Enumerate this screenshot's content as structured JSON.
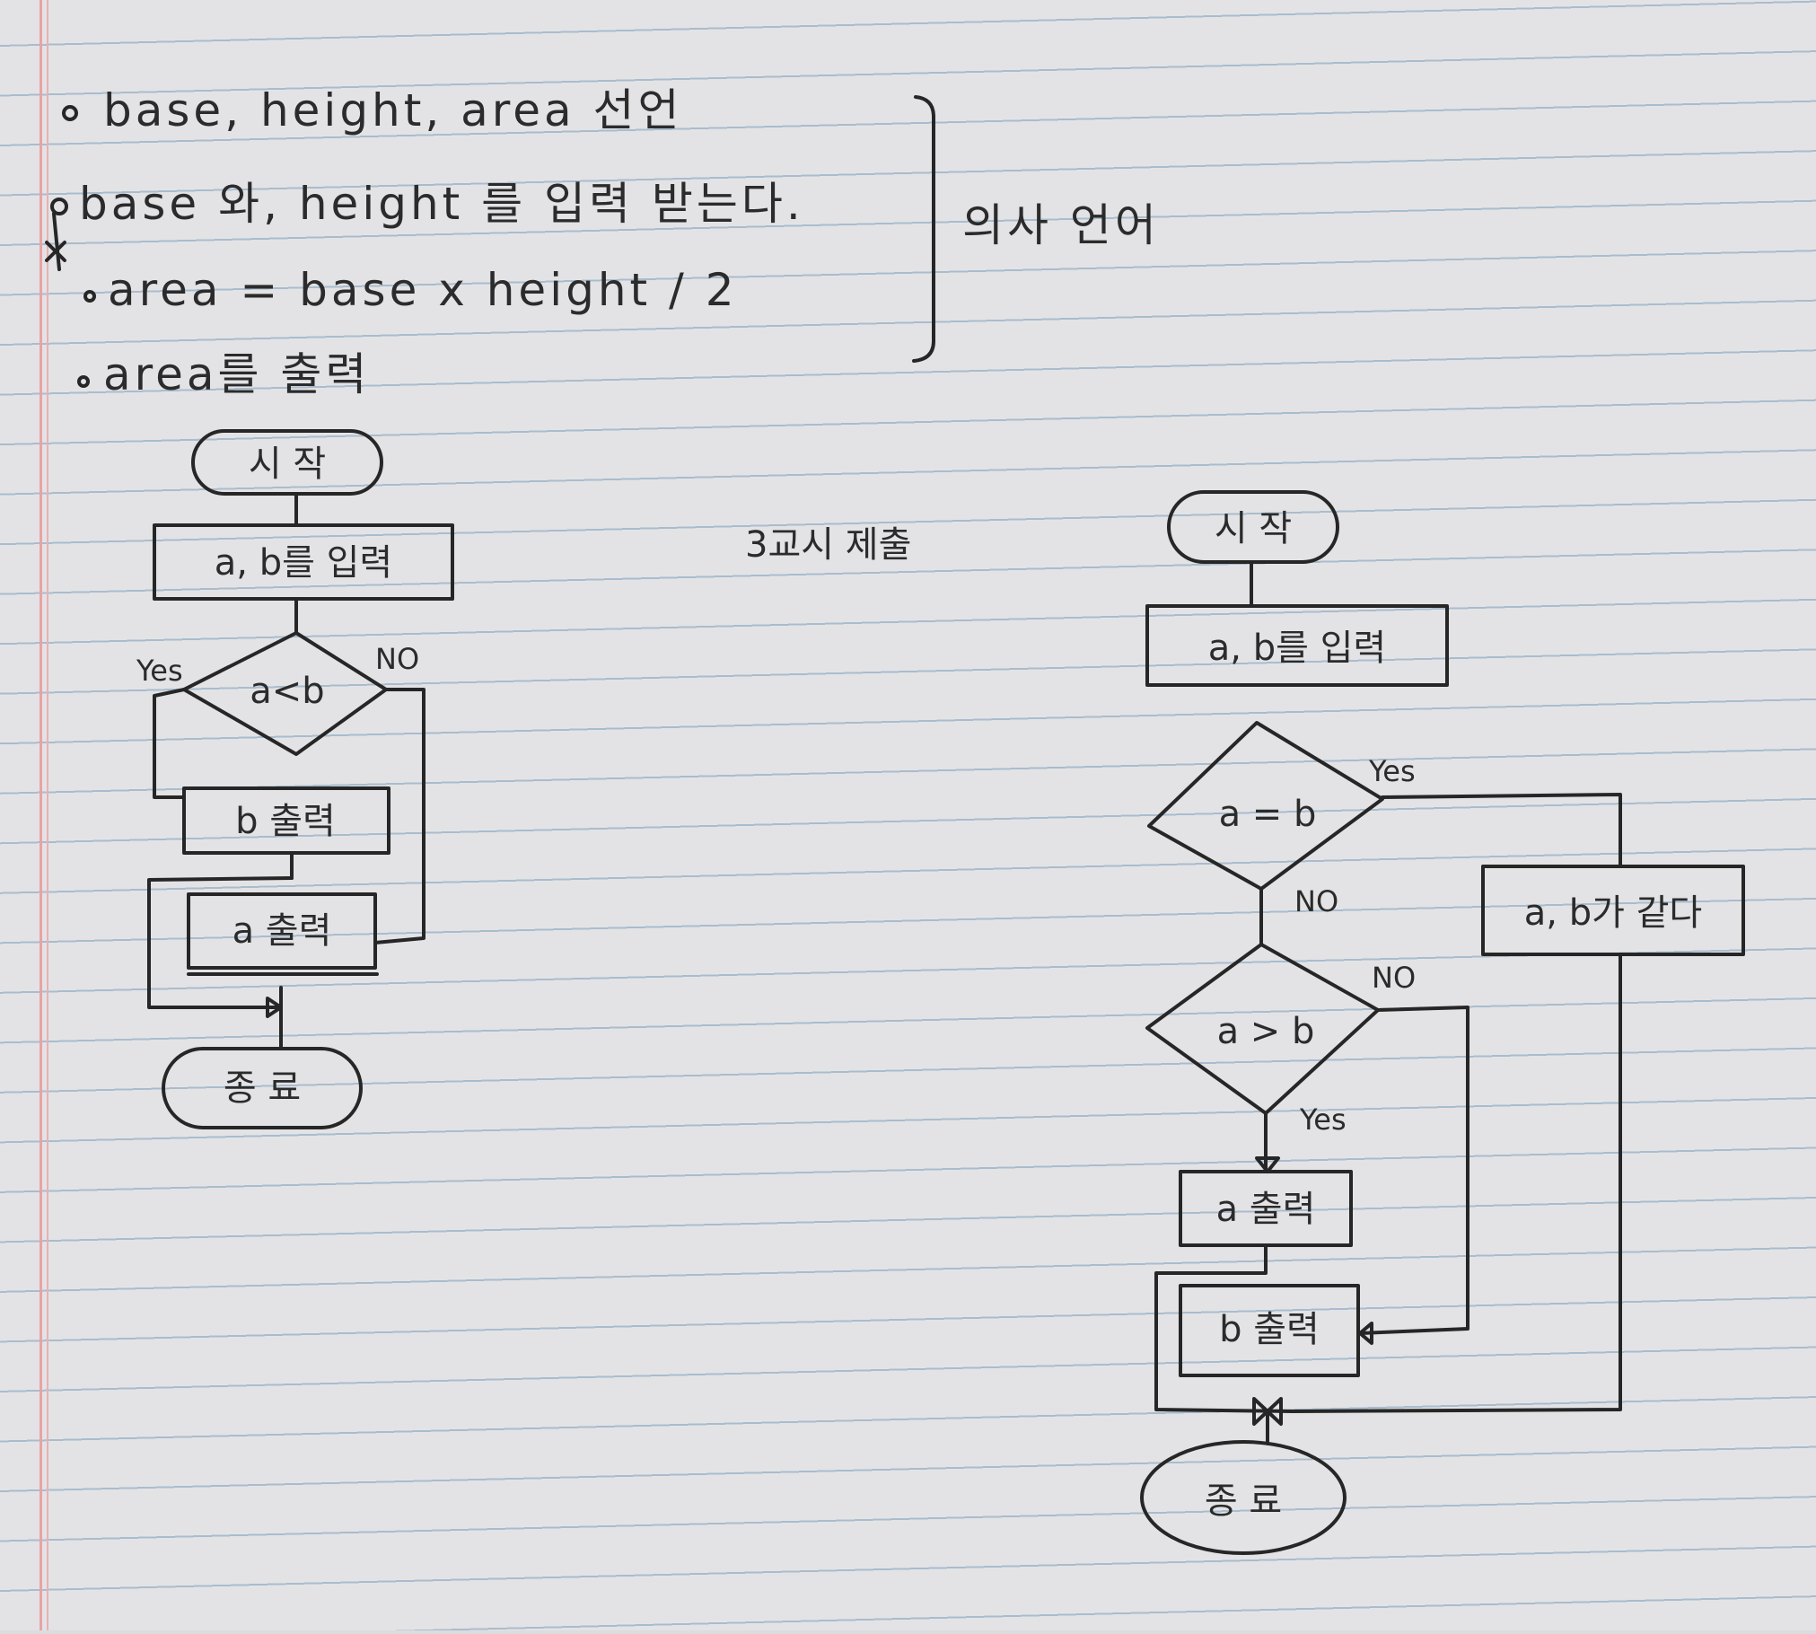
{
  "pseudocode": {
    "lines": [
      "base, height, area 선언",
      "base 와, height 를 입력 받는다.",
      "area = base x height / 2",
      "area를 출력"
    ],
    "label": "의사 언어"
  },
  "submission_note": "3교시 제출",
  "flowchart_1": {
    "start": "시 작",
    "input": "a, b를 입력",
    "decision": "a<b",
    "yes": "Yes",
    "no": "NO",
    "output_b": "b 출력",
    "output_a": "a 출력",
    "end": "종 료"
  },
  "flowchart_2": {
    "start": "시 작",
    "input": "a, b를 입력",
    "decision_1": "a = b",
    "d1_yes": "Yes",
    "d1_no": "NO",
    "equal_output": "a, b가 같다",
    "decision_2": "a > b",
    "d2_yes": "Yes",
    "d2_no": "NO",
    "output_a": "a 출력",
    "output_b": "b 출력",
    "end": "종 료"
  }
}
